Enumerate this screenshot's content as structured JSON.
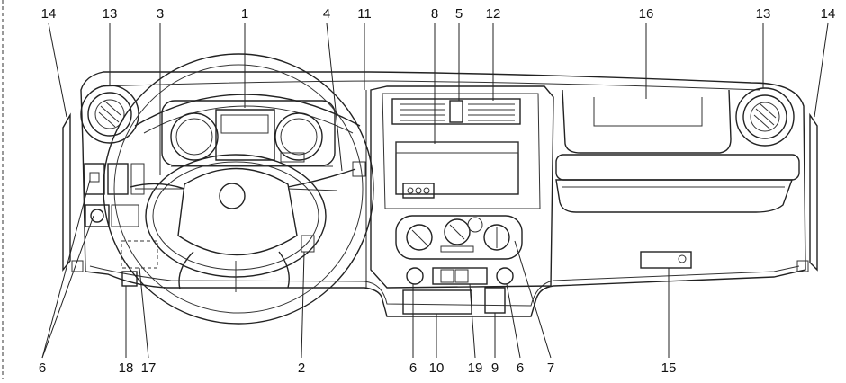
{
  "diagram": {
    "top_labels": [
      "14",
      "13",
      "3",
      "1",
      "4",
      "11",
      "8",
      "5",
      "12",
      "16",
      "13",
      "14"
    ],
    "bottom_labels": [
      "6",
      "18",
      "17",
      "2",
      "6",
      "10",
      "19",
      "9",
      "6",
      "7",
      "15"
    ],
    "colors": {
      "line": "#222222",
      "background": "#ffffff"
    }
  }
}
